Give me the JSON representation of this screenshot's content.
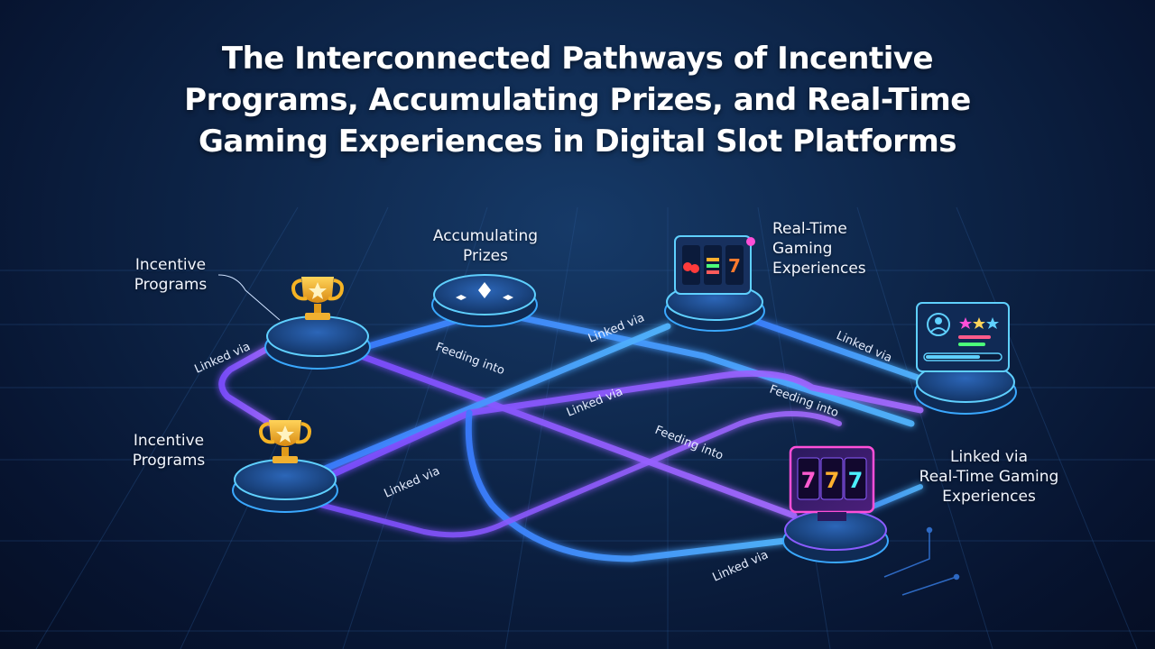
{
  "title_lines": [
    "The Interconnected Pathways of Incentive",
    "Programs, Accumulating Prizes, and Real-Time",
    "Gaming Experiences in Digital Slot Platforms"
  ],
  "nodes": {
    "incentive_top": [
      "Incentive",
      "Programs"
    ],
    "accumulating": [
      "Accumulating",
      "Prizes"
    ],
    "realtime": [
      "Real-Time",
      "Gaming",
      "Experiences"
    ],
    "incentive_bottom": [
      "Incentive",
      "Programs"
    ],
    "linked_note": [
      "Linked via",
      "Real-Time Gaming",
      "Experiences"
    ]
  },
  "path_labels": {
    "linked_via_1": "Linked via",
    "feeding_into_1": "Feeding into",
    "linked_via_2": "Linked via",
    "linked_via_3": "Linked via",
    "linked_via_4": "Linked via",
    "feeding_into_2": "Feeding into",
    "feeding_into_3": "Feeding into",
    "linked_via_5": "Linked via",
    "linked_via_6": "Linked via"
  },
  "slot_reels": [
    "7",
    "7",
    "7"
  ],
  "colors": {
    "path_blue": "#3e8cff",
    "path_purple": "#8a5cff",
    "platform_cyan": "#49c8ff",
    "trophy_gold": "#f5b324",
    "neon_pink": "#ff4fd8"
  }
}
